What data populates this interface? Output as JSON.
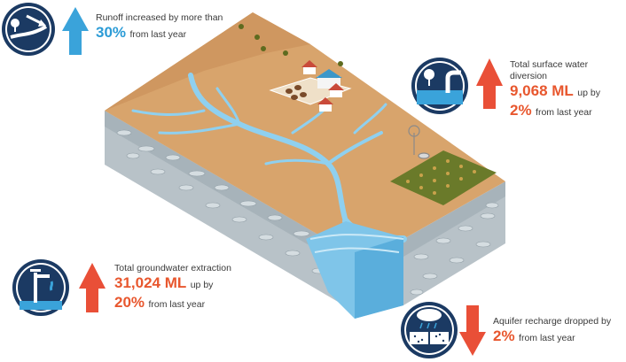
{
  "colors": {
    "navy": "#1b3a63",
    "up_blue": "#3aa3da",
    "up_red": "#e94f37",
    "value_orange": "#e8572e",
    "value_blue": "#2b9bd6",
    "land": "#d6a06a",
    "water": "#8fd0ef",
    "rock": "#b9c3c9"
  },
  "runoff": {
    "label": "Runoff increased by more than",
    "value": "30%",
    "suffix": "from last year",
    "icon": "runoff-icon"
  },
  "surface": {
    "label": "Total surface water diversion",
    "value": "9,068 ML",
    "mid": "up by",
    "pct": "2%",
    "suffix": "from last year",
    "icon": "surface-water-diversion-icon"
  },
  "groundwater": {
    "label": "Total groundwater extraction",
    "value": "31,024 ML",
    "mid": "up by",
    "pct": "20%",
    "suffix": "from last year",
    "icon": "groundwater-tap-icon"
  },
  "aquifer": {
    "label": "Aquifer recharge dropped by",
    "value": "2%",
    "suffix": "from last year",
    "icon": "aquifer-recharge-icon"
  }
}
